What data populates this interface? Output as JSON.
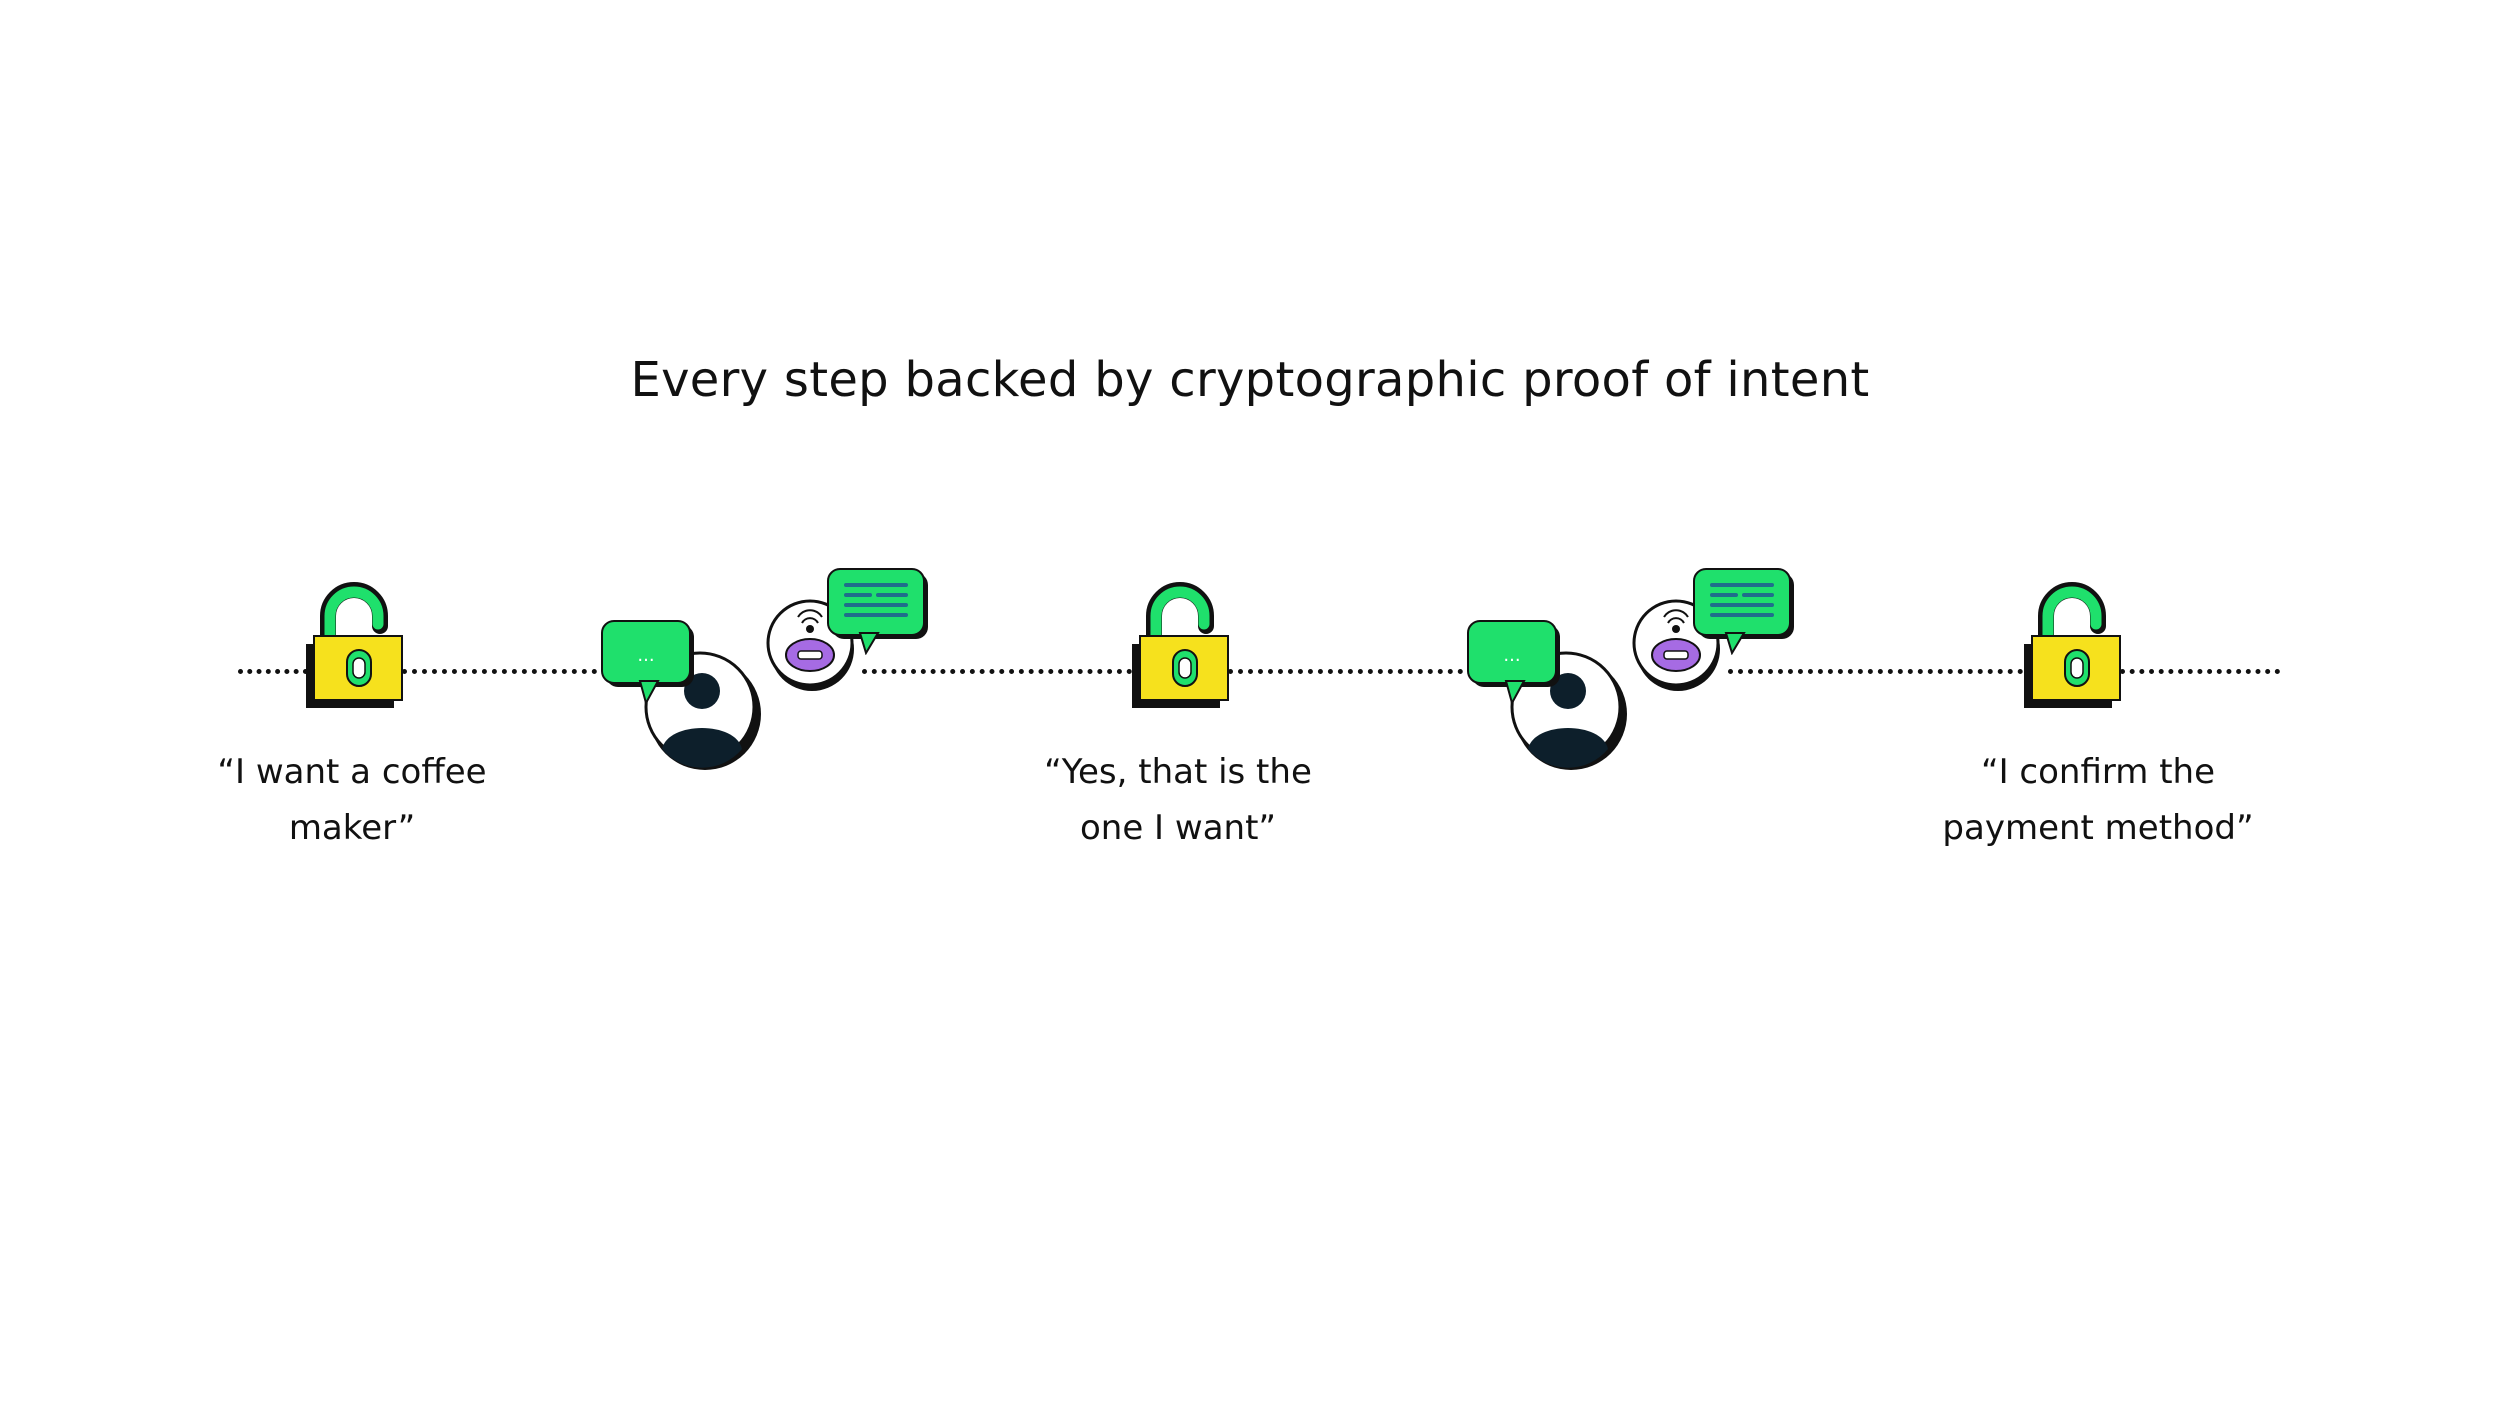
{
  "title": "Every step backed by cryptographic proof of intent",
  "steps": [
    {
      "caption_lines": [
        "“I want  a coffee",
        "maker”"
      ]
    },
    {
      "caption_lines": [
        "“Yes, that is the",
        "one I want”"
      ]
    },
    {
      "caption_lines": [
        "“I confirm the",
        "payment method”"
      ]
    }
  ],
  "bubble_text": "...",
  "colors": {
    "lock_body": "#F6E11D",
    "lock_shackle": "#1FE06C",
    "lock_shadow": "#111111",
    "bubble_green": "#1FE06C",
    "avatar_dark": "#0D1F2B",
    "agent_purple": "#A66BE3",
    "line": "#111111"
  },
  "icons": [
    "padlock-icon",
    "user-avatar-icon",
    "ai-agent-icon",
    "speech-bubble-icon",
    "message-bubble-icon"
  ]
}
